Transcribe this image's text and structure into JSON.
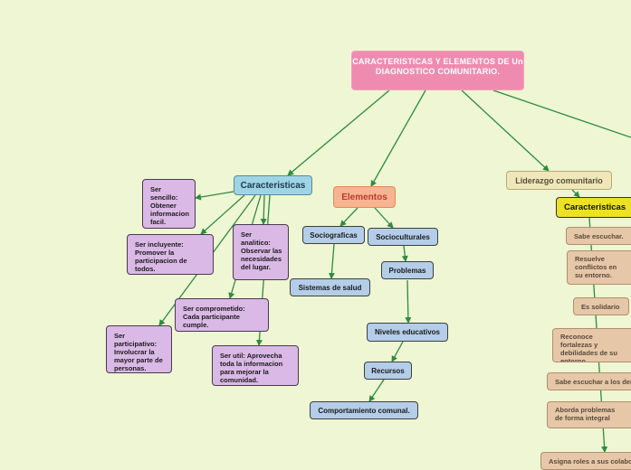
{
  "mindmap": {
    "root": "CARACTERISTICAS Y ELEMENTOS DE Un DIAGNOSTICO COMUNITARIO.",
    "caracteristicas": {
      "label": "Caracteristicas",
      "items": [
        "Ser sencillo: Obtener informacion facil.",
        "Ser incluyente: Promover la participacion de todos.",
        "Ser analitico: Observar las necesidades del lugar.",
        "Ser comprometido: Cada participante cumple.",
        "Ser participativo: Involucrar la mayor parte de personas.",
        "Ser util: Aprovecha toda la informacion para mejorar la comunidad."
      ]
    },
    "elementos": {
      "label": "Elementos",
      "sociograficas": "Sociograficas",
      "sistemas_salud": "Sistemas de salud",
      "socioculturales": "Socioculturales",
      "problemas": "Problemas",
      "niveles_educativos": "Niveles educativos",
      "recursos": "Recursos",
      "comportamiento": "Comportamiento comunal."
    },
    "liderazgo": {
      "label": "Liderazgo comunitario",
      "caracteristicas_label": "Caracteristicas",
      "items": [
        "Sabe escuchar.",
        "Resuelve conflictos en su entorno.",
        "Es solidario",
        "Reconoce fortalezas y debilidades de su entorno.",
        "Sabe escuchar a los demás.",
        "Aborda problemas de forma integral",
        "Asigna roles a sus colaboradores"
      ]
    }
  },
  "colors": {
    "link": "#2e8b3e",
    "background": "#eef6d3",
    "root": "#f08bb0"
  }
}
